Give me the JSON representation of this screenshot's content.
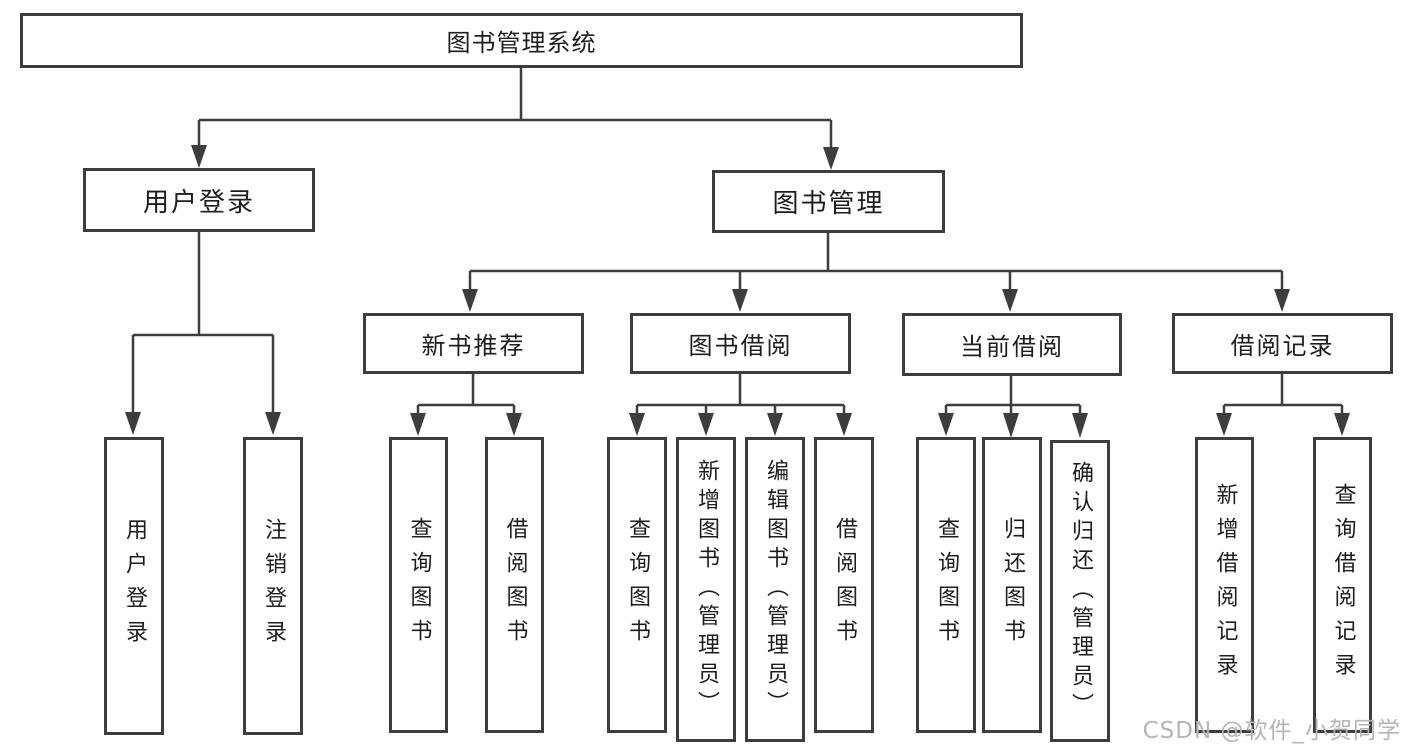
{
  "diagram": {
    "type": "tree",
    "colors": {
      "line": "#3d3d3d",
      "box_border": "#3d3d3d",
      "text": "#1d1d1d",
      "watermark": "#b5b5b5",
      "background": "#ffffff"
    },
    "watermark": "CSDN @软件_小贺同学",
    "root": {
      "label": "图书管理系统",
      "children": [
        {
          "label": "用户登录",
          "children": [
            {
              "label": "用户登录"
            },
            {
              "label": "注销登录"
            }
          ]
        },
        {
          "label": "图书管理",
          "children": [
            {
              "label": "新书推荐",
              "children": [
                {
                  "label": "查询图书"
                },
                {
                  "label": "借阅图书"
                }
              ]
            },
            {
              "label": "图书借阅",
              "children": [
                {
                  "label": "查询图书"
                },
                {
                  "label": "新增图书（管理员）"
                },
                {
                  "label": "编辑图书（管理员）"
                },
                {
                  "label": "借阅图书"
                }
              ]
            },
            {
              "label": "当前借阅",
              "children": [
                {
                  "label": "查询图书"
                },
                {
                  "label": "归还图书"
                },
                {
                  "label": "确认归还（管理员）"
                }
              ]
            },
            {
              "label": "借阅记录",
              "children": [
                {
                  "label": "新增借阅记录"
                },
                {
                  "label": "查询借阅记录"
                }
              ]
            }
          ]
        }
      ]
    }
  }
}
